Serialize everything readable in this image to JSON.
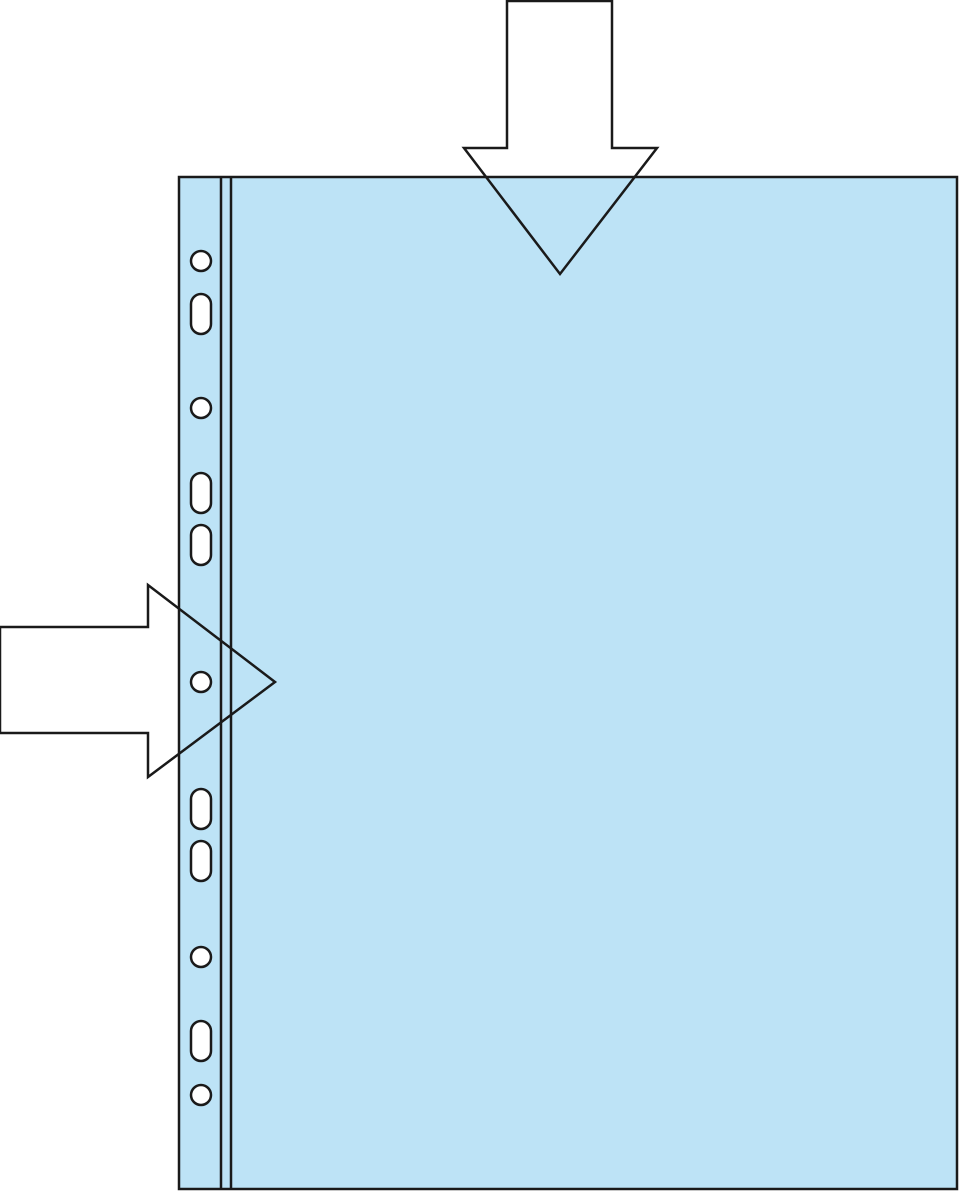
{
  "diagram": {
    "subject": "punched-pocket",
    "colors": {
      "sleeve_fill": "#bde3f6",
      "outline": "#1a1a1a",
      "hole_fill": "#ffffff",
      "arrow_fill": "#ffffff",
      "background": "#ffffff"
    },
    "punch_holes": [
      {
        "shape": "round"
      },
      {
        "shape": "slot"
      },
      {
        "shape": "round"
      },
      {
        "shape": "slot"
      },
      {
        "shape": "slot"
      },
      {
        "shape": "round"
      },
      {
        "shape": "slot"
      },
      {
        "shape": "slot"
      },
      {
        "shape": "round"
      },
      {
        "shape": "slot"
      },
      {
        "shape": "round"
      }
    ],
    "arrows": [
      {
        "name": "top-opening-arrow",
        "direction": "down"
      },
      {
        "name": "side-opening-arrow",
        "direction": "right"
      }
    ]
  }
}
